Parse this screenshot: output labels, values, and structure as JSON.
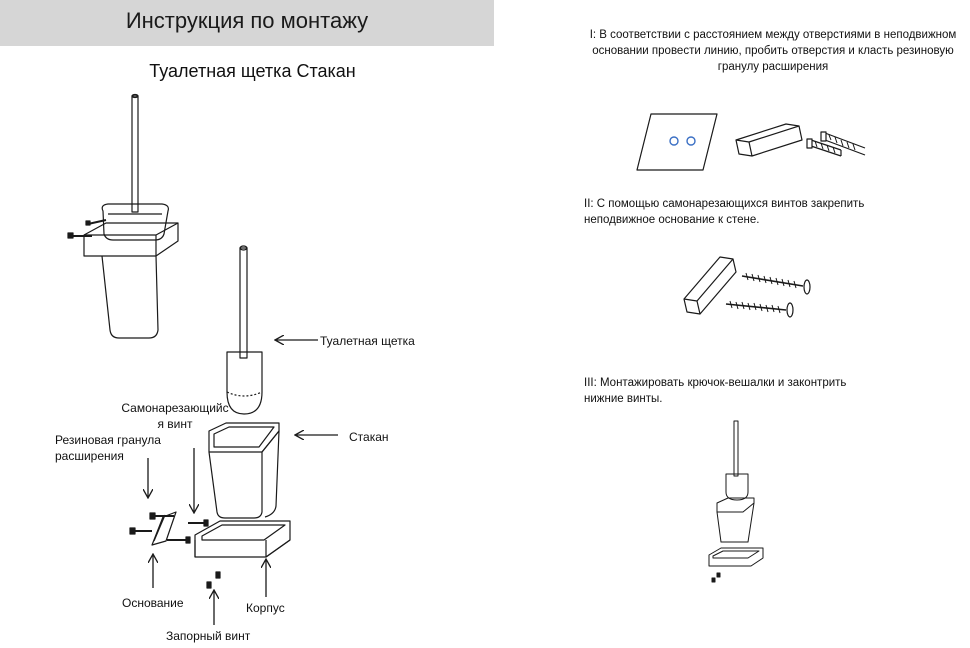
{
  "header": {
    "title": "Инструкция по монтажу"
  },
  "product": {
    "name": "Туалетная щетка Стакан"
  },
  "labels": {
    "brush": "Туалетная щетка",
    "self_tapping_screw": "Самонарезающийс\nя винт",
    "rubber_granule": "Резиновая гранула\nрасширения",
    "glass": "Стакан",
    "base": "Основание",
    "body": "Корпус",
    "lock_screw": "Запорный винт"
  },
  "steps": [
    {
      "text": "I: В соответствии с расстоянием между отверстиями в неподвижном основании провести линию, пробить отверстия и класть резиновую гранулу расширения"
    },
    {
      "text": "II: С помощью самонарезающихся винтов закрепить неподвижное основание к стене."
    },
    {
      "text": "III: Монтажировать крючок-вешалки и законтрить нижние винты."
    }
  ],
  "colors": {
    "header_bg": "#d6d6d6",
    "line": "#1a1a1a",
    "hole": "#3a6fc4"
  }
}
